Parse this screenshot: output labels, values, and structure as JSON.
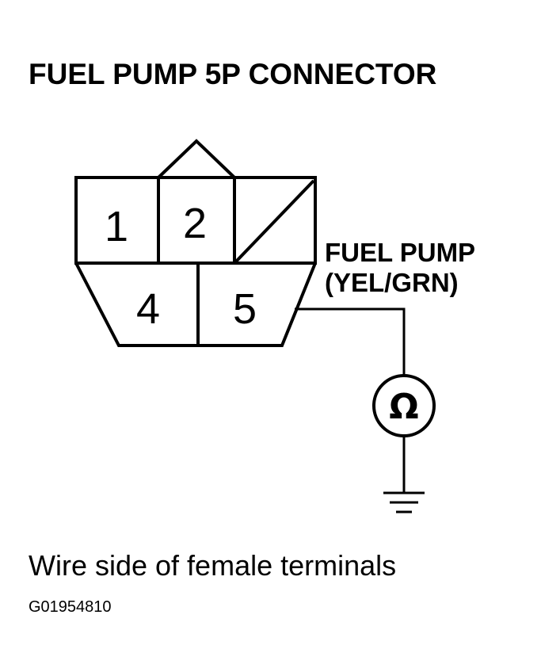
{
  "title": "FUEL PUMP 5P CONNECTOR",
  "connector": {
    "pins_top": [
      {
        "id": "pin-1",
        "label": "1"
      },
      {
        "id": "pin-2",
        "label": "2"
      }
    ],
    "pins_bottom": [
      {
        "id": "pin-4",
        "label": "4"
      },
      {
        "id": "pin-5",
        "label": "5"
      }
    ]
  },
  "wire_label": {
    "line1": "FUEL PUMP",
    "line2": "(YEL/GRN)"
  },
  "meter": {
    "symbol": "Ω",
    "icon": "ohmmeter-icon"
  },
  "ground": {
    "icon": "ground-icon"
  },
  "caption": "Wire side of female terminals",
  "figure_code": "G01954810",
  "colors": {
    "line": "#000000",
    "background": "#ffffff"
  }
}
